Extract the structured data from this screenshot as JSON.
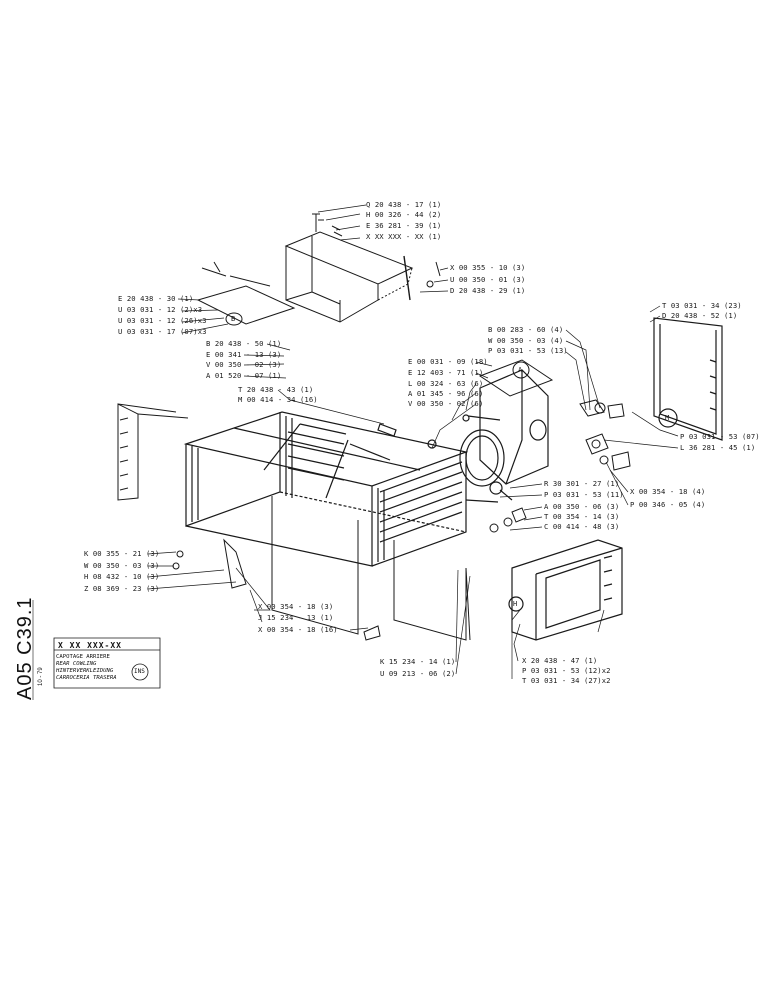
{
  "drawing_code": "A05  C39.1",
  "revision": "10 - 79",
  "part_number": "X  XX  XXX-XX",
  "titles": [
    "CAPOTAGE ARRIERE",
    "REAR COWLING",
    "HINTERVERKLEIDUNG",
    "CARROCERIA TRASERA"
  ],
  "ins_badge": "INS",
  "callout_letters": [
    "B",
    "A",
    "M",
    "H"
  ],
  "labels": [
    {
      "key": "q20438-17",
      "text": "Q 20 438 - 17 (1)"
    },
    {
      "key": "h00326-44",
      "text": "H 00 326 - 44 (2)"
    },
    {
      "key": "e36281-39",
      "text": "E 36 281 - 39 (1)"
    },
    {
      "key": "xxx",
      "text": "X XX XXX - XX (1)"
    },
    {
      "key": "x00355-10",
      "text": "X 00 355 - 10 (3)"
    },
    {
      "key": "u00350-01",
      "text": "U 00 350 - 01 (3)"
    },
    {
      "key": "d20438-29",
      "text": "D 20 438 - 29 (1)"
    },
    {
      "key": "e20438-30",
      "text": "E 20 438 - 30 (1)"
    },
    {
      "key": "u03031-12a",
      "text": "U 03 031 - 12 (2)x3"
    },
    {
      "key": "u03031-12b",
      "text": "U 03 031 - 12 (26)x3"
    },
    {
      "key": "u03031-17",
      "text": "U 03 031 - 17 (07)x3"
    },
    {
      "key": "b20438-50",
      "text": "B 20 438 - 50 (1)"
    },
    {
      "key": "e00341-13",
      "text": "E 00 341 - 13 (3)"
    },
    {
      "key": "v00350-02",
      "text": "V 00 350 - 02 (3)"
    },
    {
      "key": "a01520-07",
      "text": "A 01 520 - 07 (1)"
    },
    {
      "key": "t20438-43",
      "text": "T 20 438 - 43 (1)"
    },
    {
      "key": "m00414-34",
      "text": "M 00 414 - 34 (16)"
    },
    {
      "key": "b00283-60",
      "text": "B 00 283 - 60 (4)"
    },
    {
      "key": "w00350-03a",
      "text": "W 00 350 - 03 (4)"
    },
    {
      "key": "p03031-53a",
      "text": "P 03 031 - 53 (13)"
    },
    {
      "key": "e00031-09",
      "text": "E 00 031 - 09 (18)"
    },
    {
      "key": "e12403-71",
      "text": "E 12 403 - 71 (1)"
    },
    {
      "key": "l00324-63",
      "text": "L 00 324 - 63 (6)"
    },
    {
      "key": "a01345-96",
      "text": "A 01 345 - 96 (6)"
    },
    {
      "key": "v00350-02b",
      "text": "V 00 350 - 02 (6)"
    },
    {
      "key": "t03031-34a",
      "text": "T 03 031 - 34 (23)"
    },
    {
      "key": "d20438-52",
      "text": "D 20 438 - 52 (1)"
    },
    {
      "key": "p03031-53b",
      "text": "P 03 031 - 53 (07)"
    },
    {
      "key": "l36281-45",
      "text": "L 36 281 - 45 (1)"
    },
    {
      "key": "x00354-18a",
      "text": "X 00 354 - 18 (4)"
    },
    {
      "key": "p00346-05",
      "text": "P 00 346 - 05 (4)"
    },
    {
      "key": "r30301-27",
      "text": "R 30 301 - 27 (1)"
    },
    {
      "key": "p03031-53c",
      "text": "P 03 031 - 53 (11)"
    },
    {
      "key": "a00350-06",
      "text": "A 00 350 - 06 (3)"
    },
    {
      "key": "t00354-14",
      "text": "T 00 354 - 14 (3)"
    },
    {
      "key": "c00414-48",
      "text": "C 00 414 - 48 (3)"
    },
    {
      "key": "k00355-21",
      "text": "K 00 355 - 21 (3)"
    },
    {
      "key": "w00350-03b",
      "text": "W 00 350 - 03 (3)"
    },
    {
      "key": "h08432-10",
      "text": "H 08 432 - 10 (3)"
    },
    {
      "key": "z08369-23",
      "text": "Z 08 369 - 23 (3)"
    },
    {
      "key": "x00354-18b",
      "text": "X 00 354 - 18 (3)"
    },
    {
      "key": "j15234-13",
      "text": "J 15 234 - 13 (1)"
    },
    {
      "key": "x00354-18c",
      "text": "X 00 354 - 18 (16)"
    },
    {
      "key": "k15234-14",
      "text": "K 15 234 - 14 (1)"
    },
    {
      "key": "u09213-06",
      "text": "U 09 213 - 06 (2)"
    },
    {
      "key": "x20438-47",
      "text": "X 20 438 - 47 (1)"
    },
    {
      "key": "p03031-53d",
      "text": "P 03 031 - 53 (12)x2"
    },
    {
      "key": "t03031-34b",
      "text": "T 03 031 - 34 (27)x2"
    }
  ]
}
